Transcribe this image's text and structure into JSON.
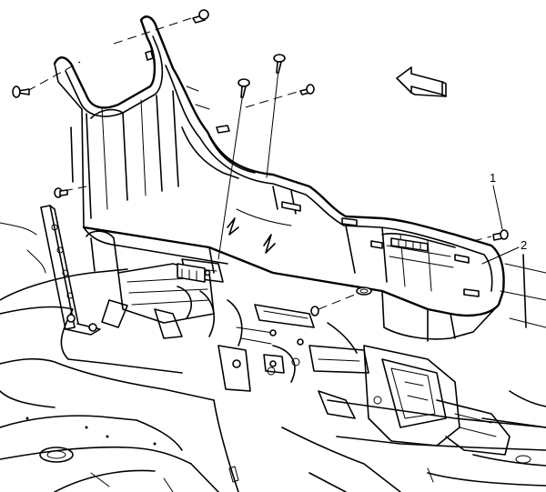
{
  "callouts": [
    {
      "number": "1",
      "part": "fastener"
    },
    {
      "number": "2",
      "part": "console"
    }
  ],
  "direction_arrow": {
    "icon": "forward-direction-arrow-icon"
  },
  "colors": {
    "line": "#000000",
    "background": "#ffffff"
  }
}
